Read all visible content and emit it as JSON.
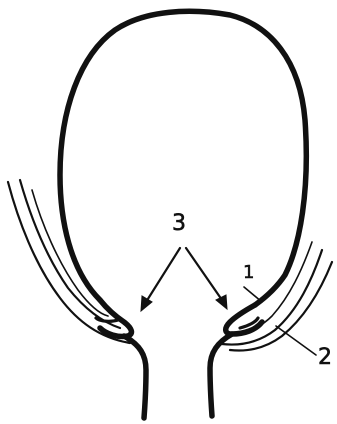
{
  "labels": {
    "l1": "1",
    "l2": "2",
    "l3": "3"
  },
  "colors": {
    "ink": "#111111",
    "background": "#ffffff"
  }
}
